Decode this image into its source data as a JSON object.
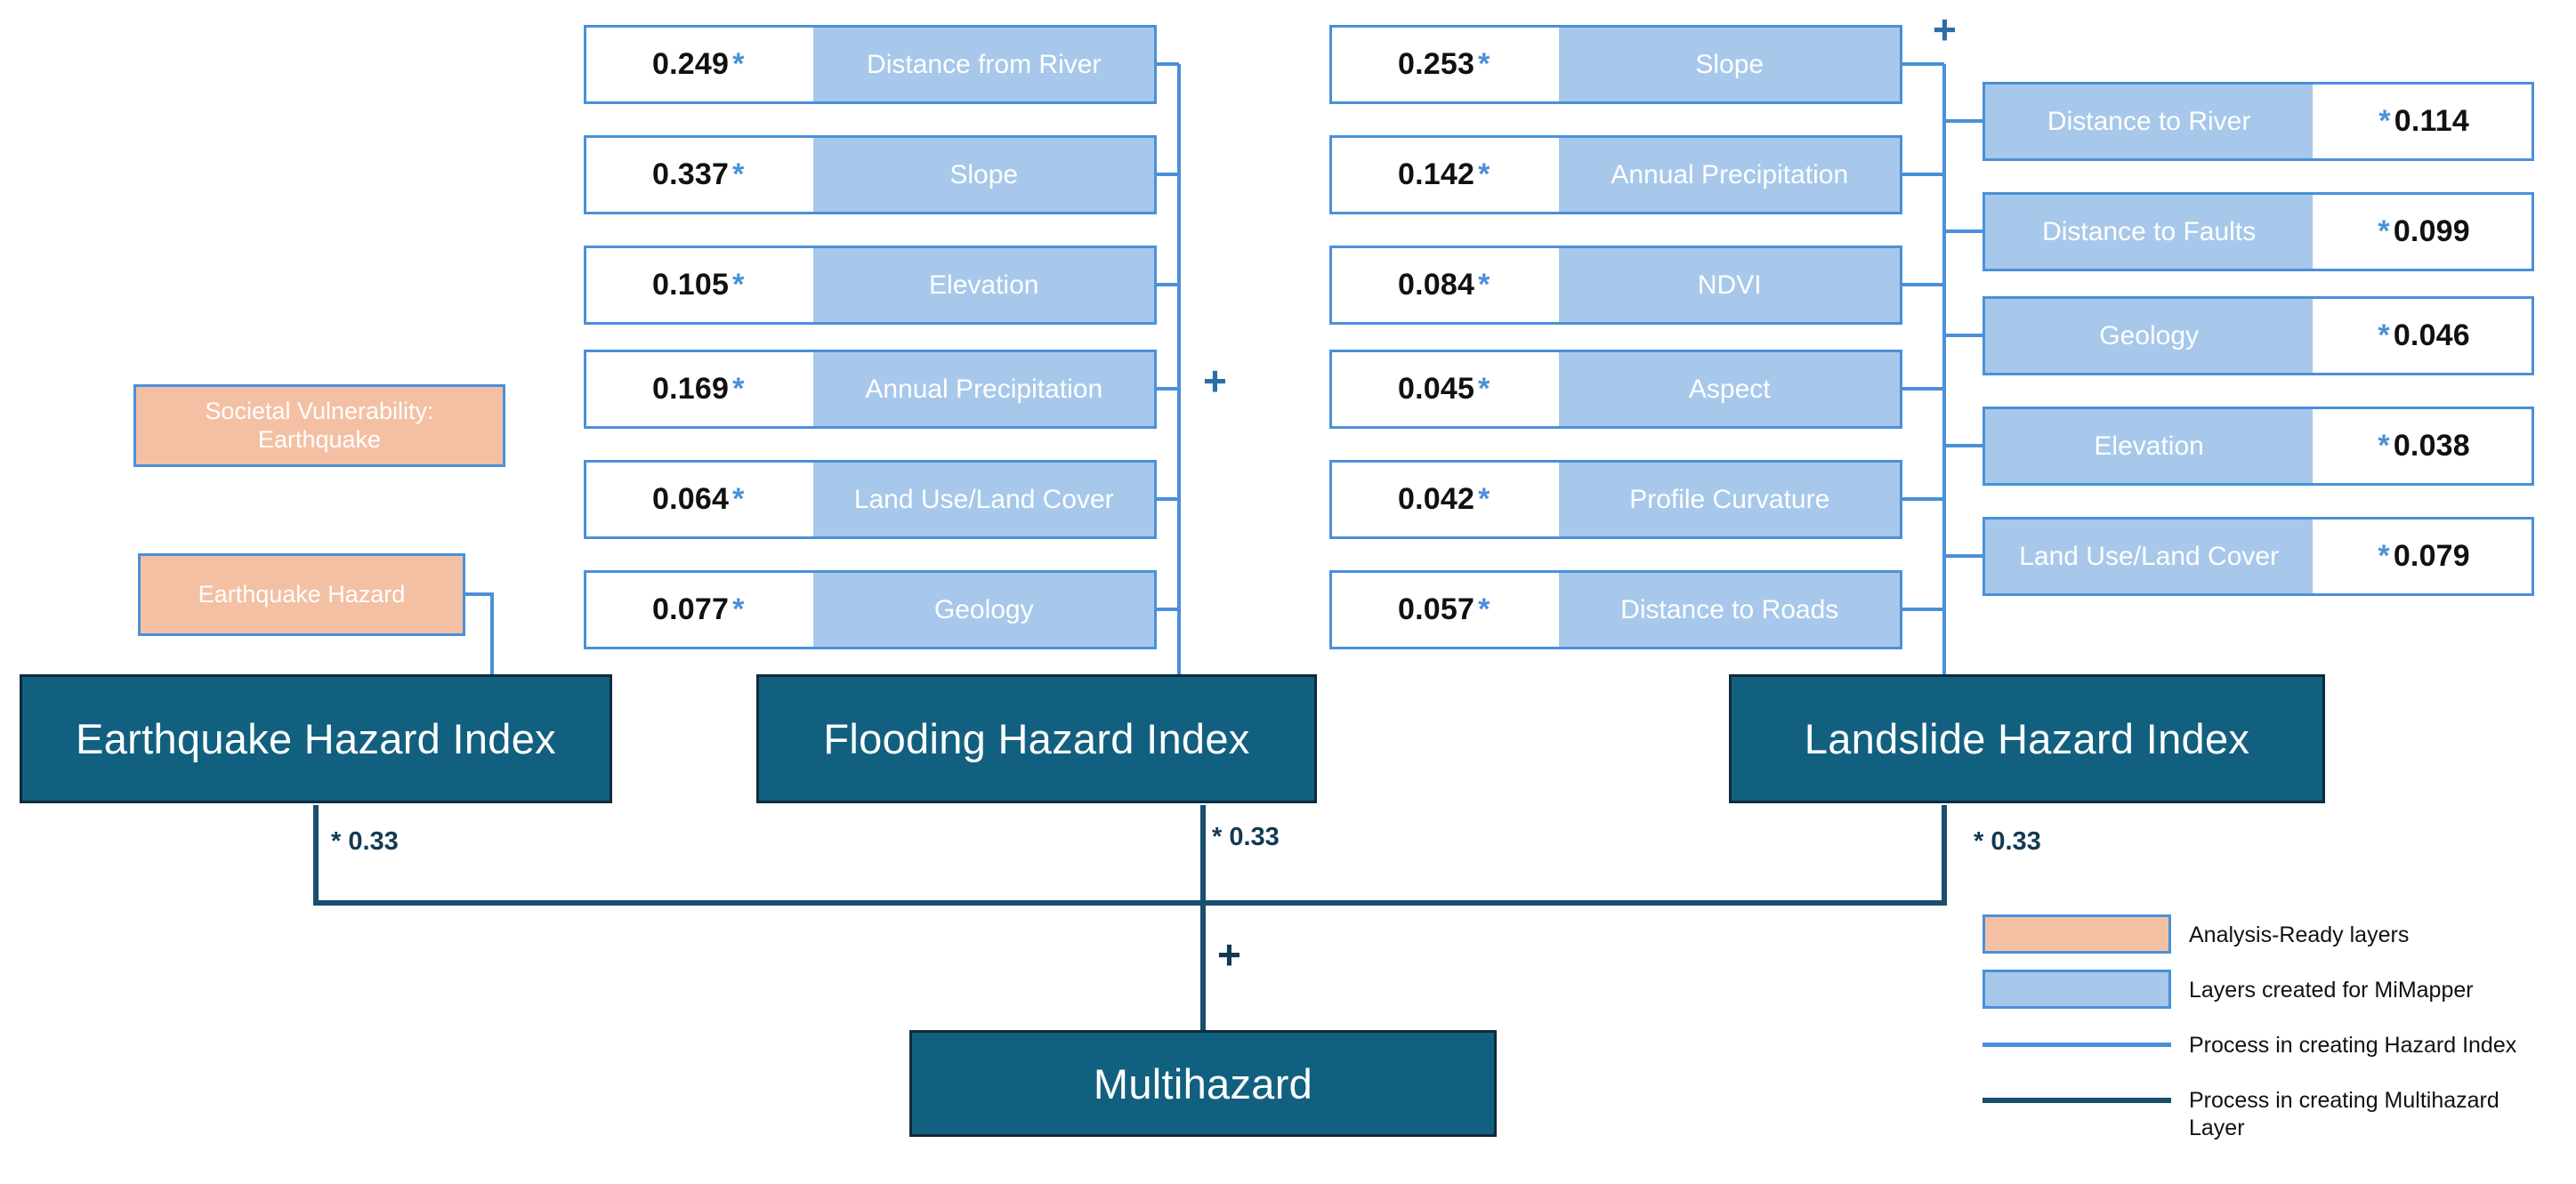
{
  "flooding": {
    "plus": "+",
    "items": [
      {
        "value": "0.249",
        "op": "*",
        "label": "Distance from River"
      },
      {
        "value": "0.337",
        "op": "*",
        "label": "Slope"
      },
      {
        "value": "0.105",
        "op": "*",
        "label": "Elevation"
      },
      {
        "value": "0.169",
        "op": "*",
        "label": "Annual Precipitation"
      },
      {
        "value": "0.064",
        "op": "*",
        "label": "Land Use/Land Cover"
      },
      {
        "value": "0.077",
        "op": "*",
        "label": "Geology"
      }
    ]
  },
  "landslide_left": {
    "plus": "+",
    "items": [
      {
        "value": "0.253",
        "op": "*",
        "label": "Slope"
      },
      {
        "value": "0.142",
        "op": "*",
        "label": "Annual Precipitation"
      },
      {
        "value": "0.084",
        "op": "*",
        "label": "NDVI"
      },
      {
        "value": "0.045",
        "op": "*",
        "label": "Aspect"
      },
      {
        "value": "0.042",
        "op": "*",
        "label": "Profile Curvature"
      },
      {
        "value": "0.057",
        "op": "*",
        "label": "Distance to Roads"
      }
    ]
  },
  "landslide_right": {
    "items": [
      {
        "label": "Distance to River",
        "op": "*",
        "value": "0.114"
      },
      {
        "label": "Distance to Faults",
        "op": "*",
        "value": "0.099"
      },
      {
        "label": "Geology",
        "op": "*",
        "value": "0.046"
      },
      {
        "label": "Elevation",
        "op": "*",
        "value": "0.038"
      },
      {
        "label": "Land Use/Land Cover",
        "op": "*",
        "value": "0.079"
      }
    ]
  },
  "earthquake_inputs": [
    {
      "label": "Societal Vulnerability: Earthquake"
    },
    {
      "label": "Earthquake Hazard"
    }
  ],
  "indices": {
    "earthquake": "Earthquake Hazard Index",
    "flooding": "Flooding Hazard Index",
    "landslide": "Landslide Hazard Index",
    "multihazard": "Multihazard"
  },
  "weights": {
    "earthquake": "* 0.33",
    "flooding": "* 0.33",
    "landslide": "* 0.33",
    "multihazard_plus": "+"
  },
  "legend": {
    "items": [
      {
        "type": "orange-swatch",
        "text": "Analysis-Ready layers"
      },
      {
        "type": "blue-swatch",
        "text": "Layers created for MiMapper"
      },
      {
        "type": "light-line",
        "text": "Process in creating Hazard Index"
      },
      {
        "type": "dark-line",
        "text": "Process in creating Multihazard Layer"
      }
    ]
  },
  "colors": {
    "analysis_ready": "#F4C0A4",
    "mimapper_layer": "#A7C8EA",
    "hazard_line": "#4A90D9",
    "multihazard_line": "#1A4E6E",
    "index_box": "#126080"
  }
}
